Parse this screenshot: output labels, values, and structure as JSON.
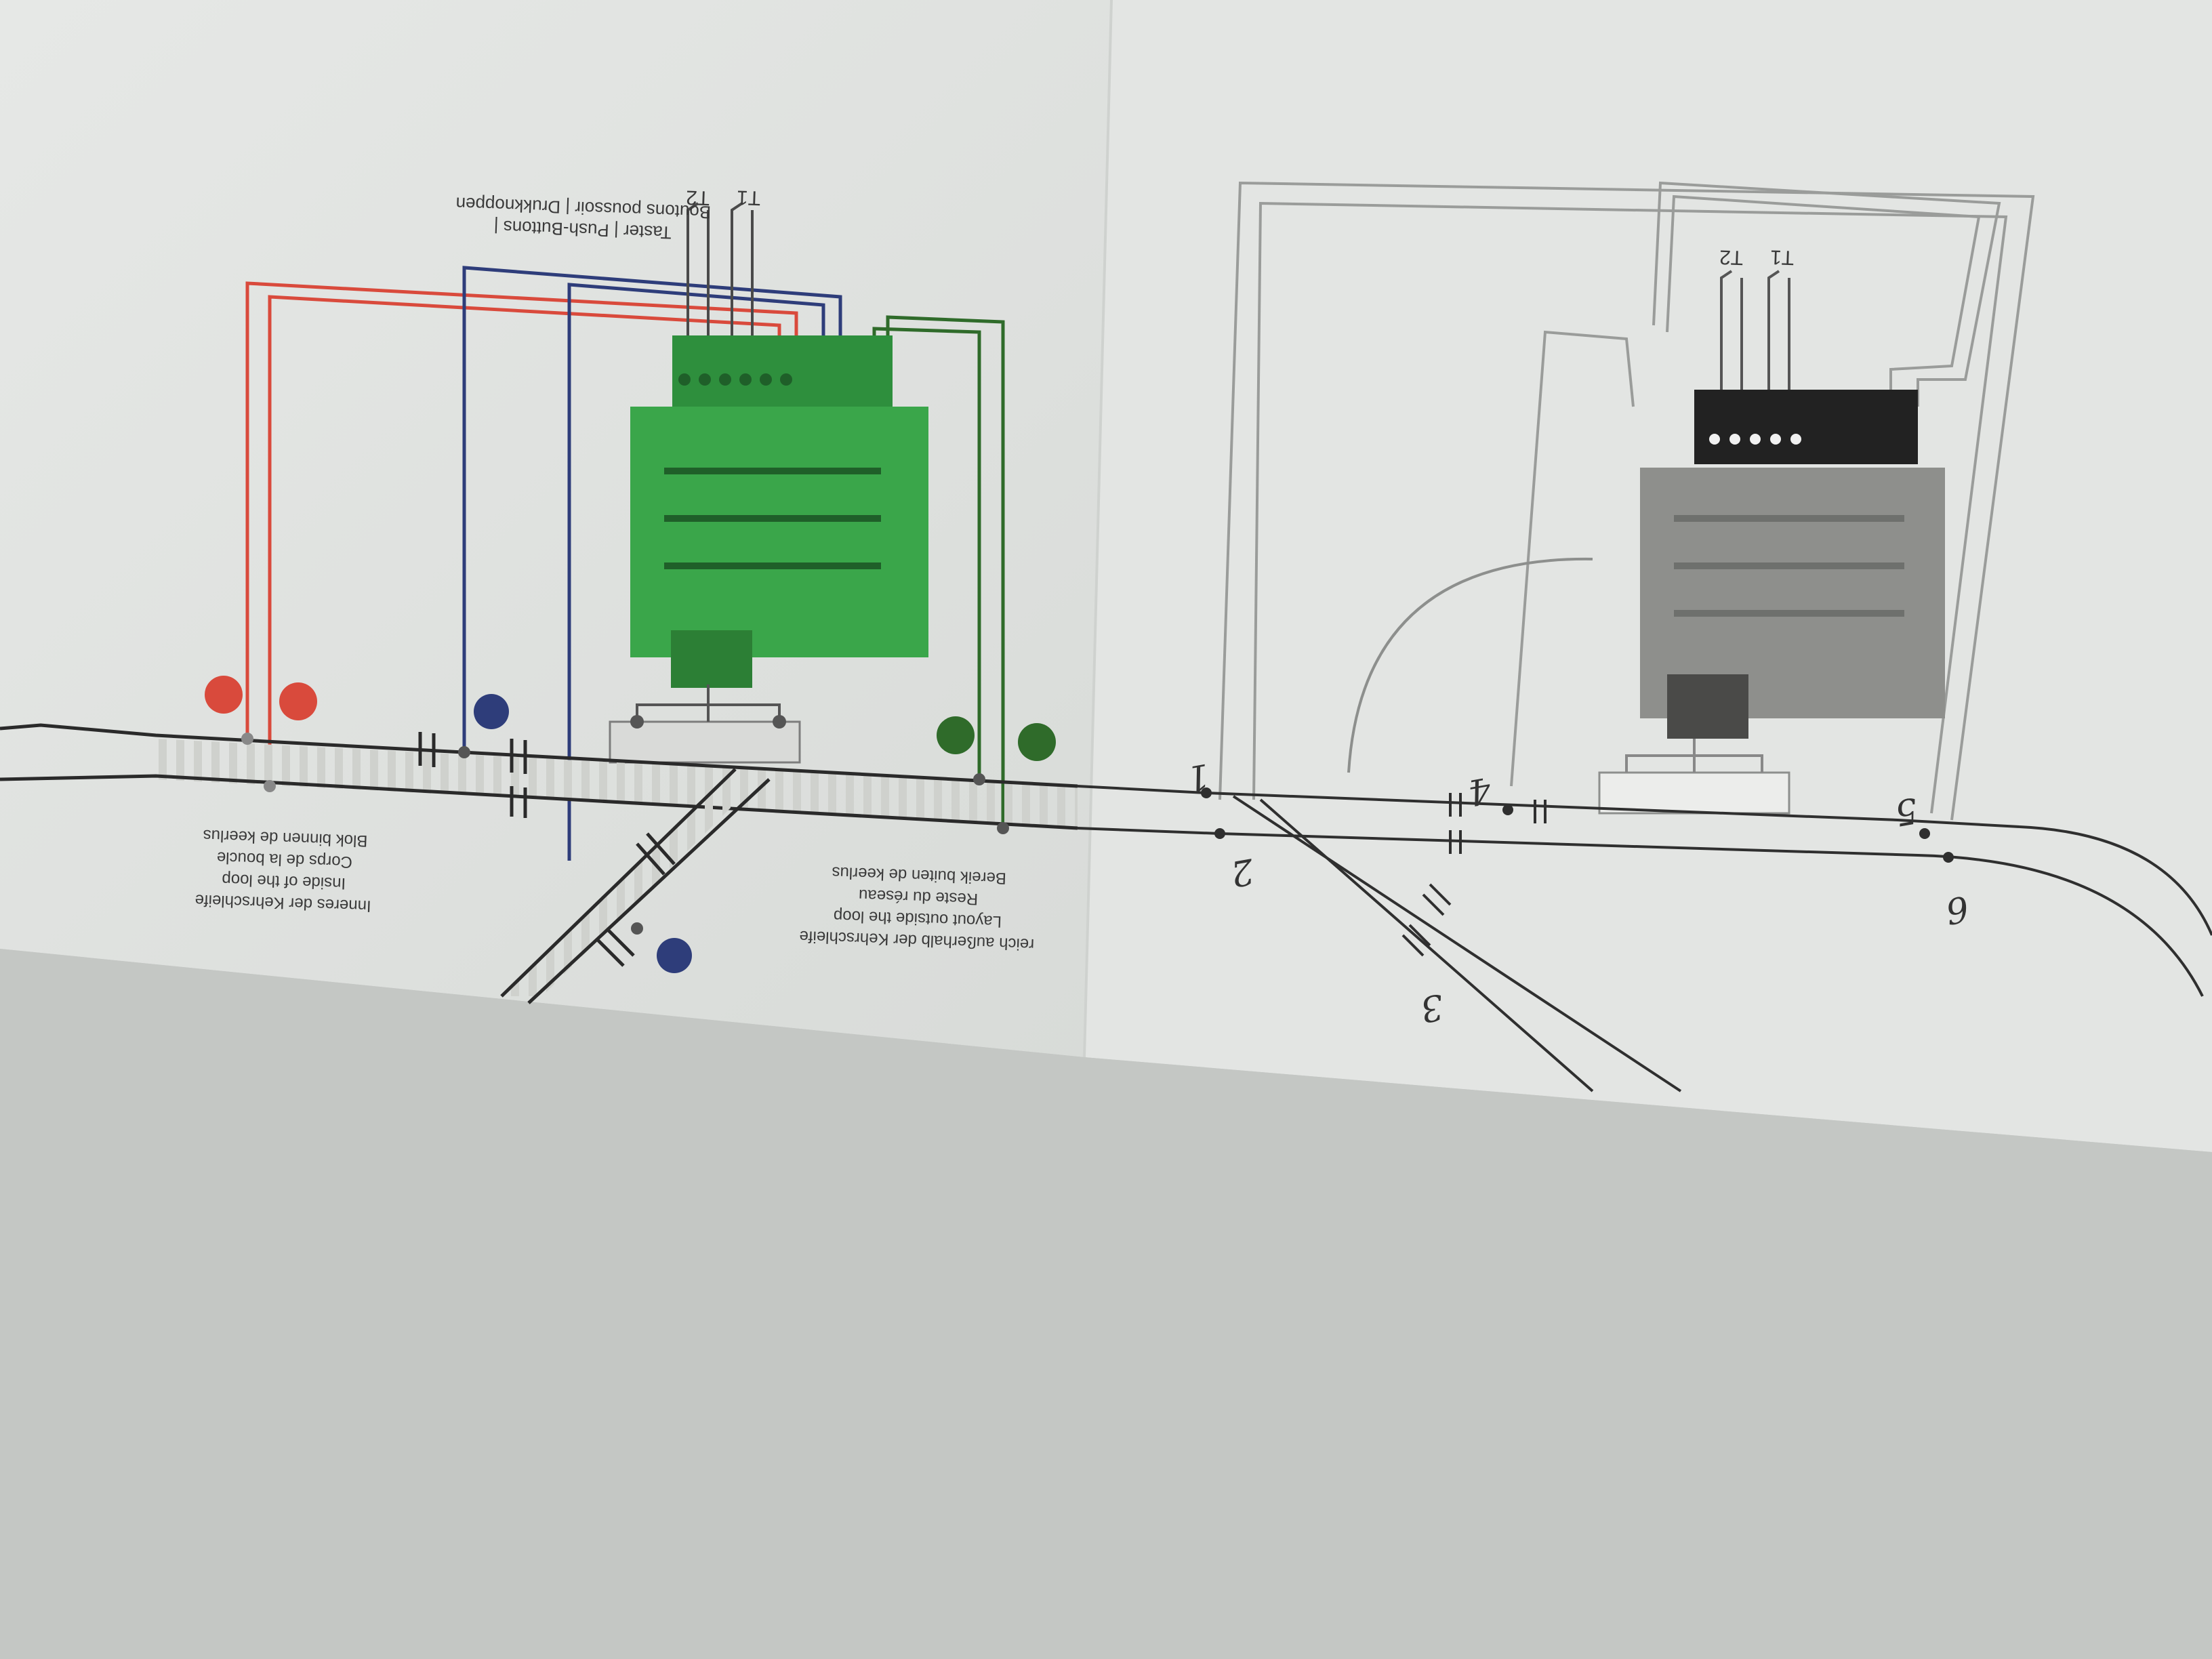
{
  "left_panel": {
    "buttons_title_line1": "Taster | Push-Buttons |",
    "buttons_title_line2": "Boutons poussoir | Drukknoppen",
    "t1": "T1",
    "t2": "T2",
    "outside_loop": [
      "reich außerhalb der Kehrschleife",
      "Layout outside the loop",
      "Reste du réseau",
      "Bereik buiten de keerlus"
    ],
    "inside_loop": [
      "Inneres der Kehrschleife",
      "Inside of the loop",
      "Corps de la boucle",
      "Blok binnen de keerlus"
    ]
  },
  "right_panel": {
    "t1": "T1",
    "t2": "T2"
  },
  "handwritten_labels": [
    "1",
    "2",
    "3",
    "4",
    "5",
    "6"
  ],
  "colors": {
    "red_feeder": "#d94a3c",
    "blue_feeder": "#2e3d7a",
    "green_feeder": "#2f6b2a",
    "green_module": "#3aa64a",
    "grey_module": "#8e8f8c",
    "rail": "#2a2a2a"
  }
}
